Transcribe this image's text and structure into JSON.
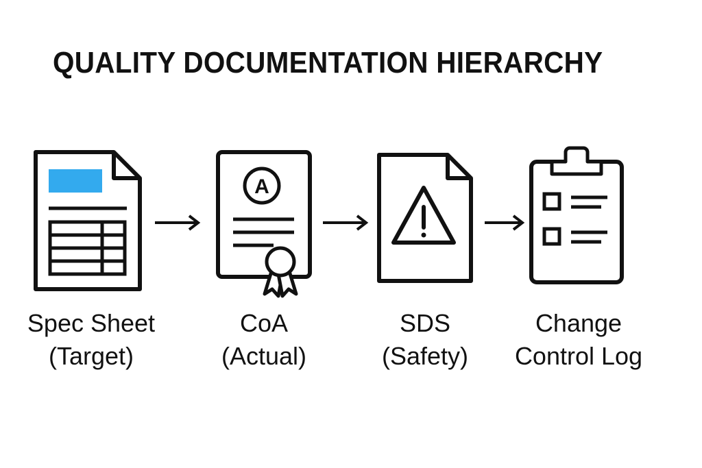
{
  "title": "QUALITY DOCUMENTATION HIERARCHY",
  "colors": {
    "stroke": "#111111",
    "accent": "#33aaee",
    "background": "#ffffff"
  },
  "steps": [
    {
      "icon": "spec-sheet-document-icon",
      "line1": "Spec Sheet",
      "line2": "(Target)"
    },
    {
      "icon": "certificate-of-analysis-icon",
      "line1": "CoA",
      "line2": "(Actual)"
    },
    {
      "icon": "safety-data-sheet-warning-icon",
      "line1": "SDS",
      "line2": "(Safety)"
    },
    {
      "icon": "clipboard-checklist-icon",
      "line1": "Change",
      "line2": "Control Log"
    }
  ],
  "connectors": [
    "arrow-right-icon",
    "arrow-right-icon",
    "arrow-right-icon"
  ]
}
